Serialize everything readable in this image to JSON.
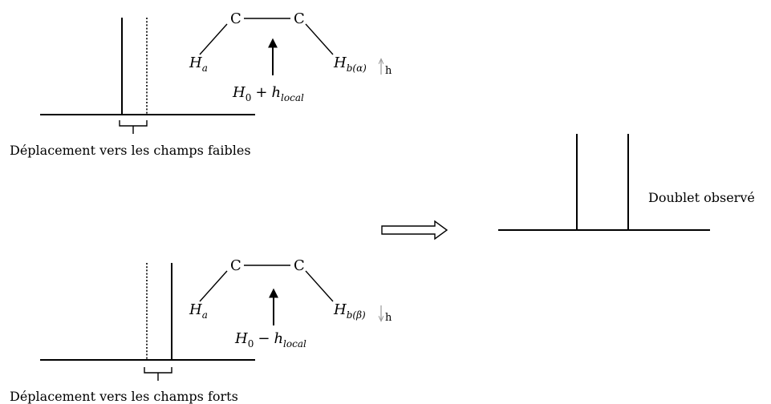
{
  "top_panel": {
    "caption": "Déplacement vers les champs faibles",
    "atom_left": "C",
    "atom_right": "C",
    "h_a": {
      "base": "H",
      "sub": "a"
    },
    "h_b": {
      "base": "H",
      "sub": "b(α)"
    },
    "field_label": {
      "base": "H",
      "base_sub": "0",
      "op": "+",
      "h": "h",
      "h_sub": "local"
    },
    "spin_label": "h",
    "spin_direction": "up"
  },
  "bottom_panel": {
    "caption": "Déplacement vers les champs forts",
    "atom_left": "C",
    "atom_right": "C",
    "h_a": {
      "base": "H",
      "sub": "a"
    },
    "h_b": {
      "base": "H",
      "sub": "b(β)"
    },
    "field_label": {
      "base": "H",
      "base_sub": "0",
      "op": "−",
      "h": "h",
      "h_sub": "local"
    },
    "spin_label": "h",
    "spin_direction": "down"
  },
  "result_panel": {
    "label": "Doublet observé"
  }
}
